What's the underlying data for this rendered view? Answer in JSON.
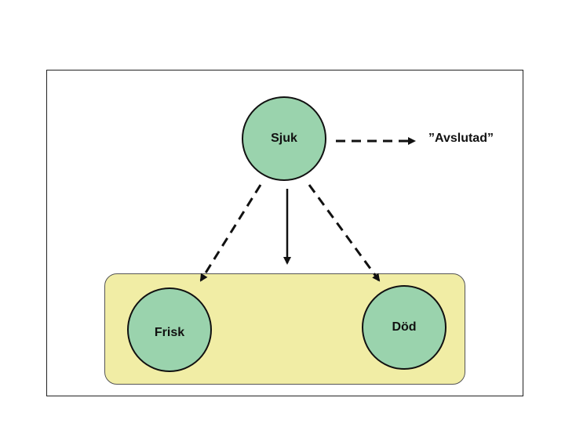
{
  "nodes": {
    "sjuk": "Sjuk",
    "frisk": "Frisk",
    "dod": "Död"
  },
  "exit_label": "”Avslutad”",
  "colors": {
    "node_fill": "#9ad3ad",
    "outcome_box_fill": "#f1eda5",
    "line": "#111111",
    "frame_border": "#222222"
  }
}
